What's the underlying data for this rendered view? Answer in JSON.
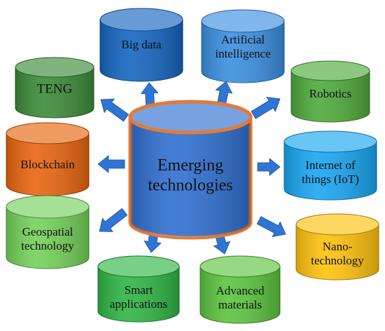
{
  "center": {
    "lines": [
      "Emerging",
      "technologies"
    ],
    "color": "#2F6FD0",
    "outline": "#E07B39"
  },
  "nodes": [
    {
      "id": "big-data",
      "lines": [
        "Big data"
      ],
      "color": "#1565C0"
    },
    {
      "id": "artificial-intelligence",
      "lines": [
        "Artificial",
        "intelligence"
      ],
      "color": "#3B8FE0"
    },
    {
      "id": "teng",
      "lines": [
        "TENG"
      ],
      "color": "#3C8B38"
    },
    {
      "id": "robotics",
      "lines": [
        "Robotics"
      ],
      "color": "#4EAA3C"
    },
    {
      "id": "blockchain",
      "lines": [
        "Blockchain"
      ],
      "color": "#E8650F"
    },
    {
      "id": "internet-of-things",
      "lines": [
        "Internet of",
        "things (IoT)"
      ],
      "color": "#19A6F2"
    },
    {
      "id": "geospatial-technology",
      "lines": [
        "Geospatial",
        "technology"
      ],
      "color": "#74D15A"
    },
    {
      "id": "nanotechnology",
      "lines": [
        "Nano-",
        "technology"
      ],
      "color": "#FFC20E"
    },
    {
      "id": "smart-applications",
      "lines": [
        "Smart",
        "applications"
      ],
      "color": "#2FB545"
    },
    {
      "id": "advanced-materials",
      "lines": [
        "Advanced",
        "materials"
      ],
      "color": "#5CC43F"
    }
  ],
  "arrow_color": "#2E75D6"
}
